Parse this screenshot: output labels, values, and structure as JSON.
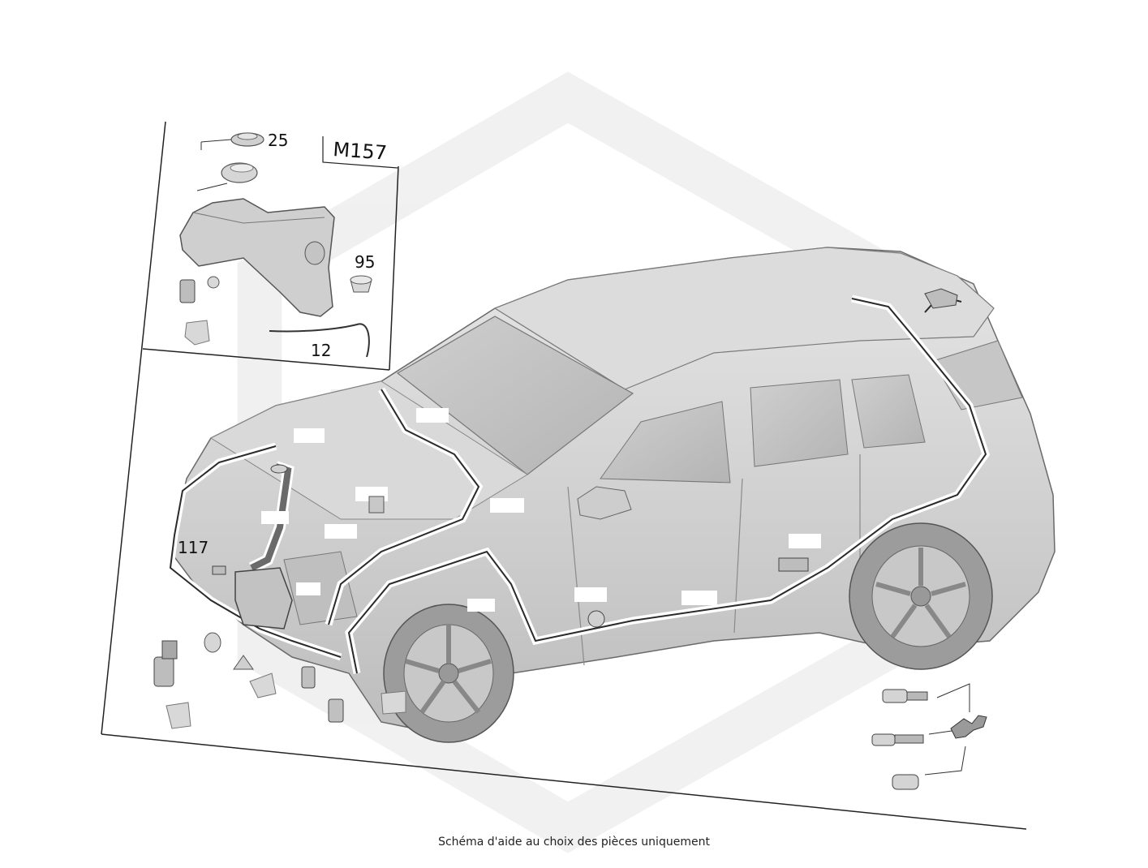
{
  "diagram": {
    "engine_code": "M157",
    "labels": {
      "p25": "25",
      "p95": "95",
      "p12": "12",
      "p117": "117"
    },
    "caption": "Schéma d'aide au choix des pièces uniquement"
  },
  "colors": {
    "body_fill": "#d4d4d4",
    "body_stroke": "#6a6a6a",
    "watermark": "#ececec",
    "wire": "#2a2a2a"
  }
}
